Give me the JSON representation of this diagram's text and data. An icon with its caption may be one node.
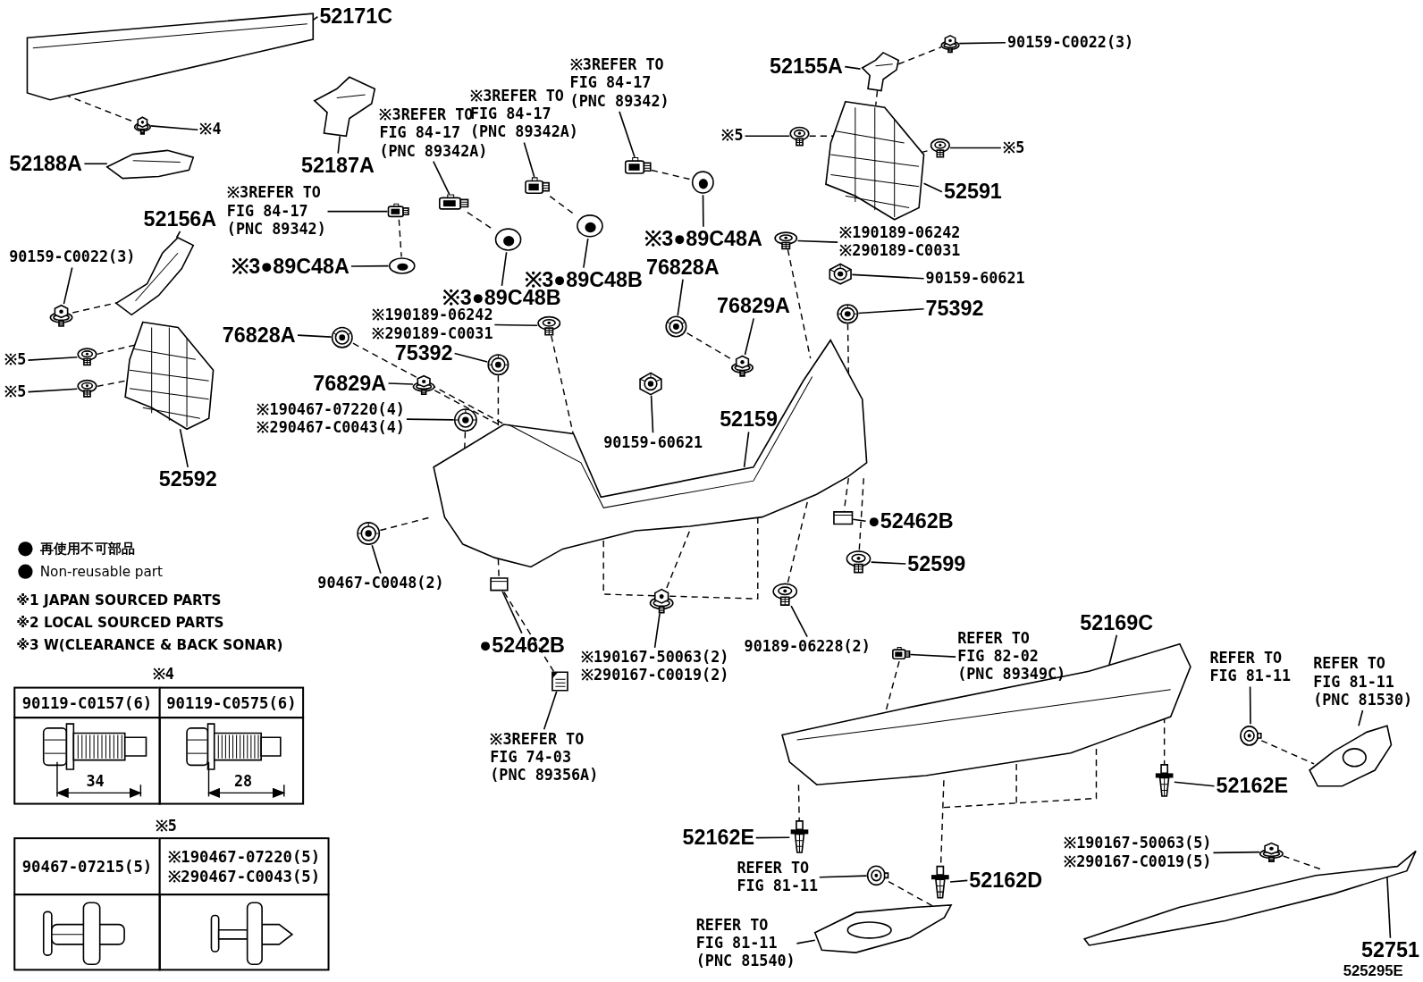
{
  "diagram": {
    "nodes": [
      {
        "text": [
          "52171C"
        ]
      },
      {
        "text": [],
        "shape": "picture"
      },
      {
        "text": [
          "※4"
        ]
      },
      {
        "text": [],
        "shape": "picture"
      },
      {
        "text": [
          "52188A"
        ]
      },
      {
        "text": [],
        "shape": "picture"
      },
      {
        "text": [
          "52187A"
        ]
      },
      {
        "text": [],
        "shape": "picture"
      },
      {
        "text": [
          "52156A"
        ]
      },
      {
        "text": [],
        "shape": "picture"
      },
      {
        "text": [
          "90159-C0022(3)"
        ]
      },
      {
        "text": [],
        "shape": "picture"
      },
      {
        "text": [
          "※5"
        ]
      },
      {
        "text": [],
        "shape": "picture"
      },
      {
        "text": [
          "※5"
        ]
      },
      {
        "text": [],
        "shape": "picture"
      },
      {
        "text": [
          "52592"
        ]
      },
      {
        "text": [],
        "shape": "picture"
      },
      {
        "text": [
          "※3REFER TO FIG 84-17 (PNC 89342)"
        ]
      },
      {
        "text": [],
        "shape": "picture"
      },
      {
        "text": [
          "※3●89C48A"
        ]
      },
      {
        "text": [],
        "shape": "picture"
      },
      {
        "text": [
          "※3REFER TO FIG 84-17 (PNC 89342A)"
        ]
      },
      {
        "text": [],
        "shape": "picture"
      },
      {
        "text": [
          "※3REFER TO FIG 84-17 (PNC 89342A)"
        ]
      },
      {
        "text": [],
        "shape": "picture"
      },
      {
        "text": [
          "※3REFER TO FIG 84-17 (PNC 89342)"
        ]
      },
      {
        "text": [],
        "shape": "picture"
      },
      {
        "text": [
          "※3●89C48B"
        ]
      },
      {
        "text": [],
        "shape": "picture"
      },
      {
        "text": [
          "※3●89C48B"
        ]
      },
      {
        "text": [],
        "shape": "picture"
      },
      {
        "text": [
          "※3●89C48A"
        ]
      },
      {
        "text": [],
        "shape": "picture"
      },
      {
        "text": [
          "52155A"
        ]
      },
      {
        "text": [],
        "shape": "picture"
      },
      {
        "text": [
          "90159-C0022(3)"
        ]
      },
      {
        "text": [],
        "shape": "picture"
      },
      {
        "text": [
          "※5"
        ]
      },
      {
        "text": [],
        "shape": "picture"
      },
      {
        "text": [
          "※5"
        ]
      },
      {
        "text": [],
        "shape": "picture"
      },
      {
        "text": [
          "52591"
        ]
      },
      {
        "text": [],
        "shape": "picture"
      },
      {
        "text": [
          "※190189-06242",
          "※290189-C0031"
        ]
      },
      {
        "text": [],
        "shape": "picture"
      },
      {
        "text": [
          "90159-60621"
        ]
      },
      {
        "text": [],
        "shape": "picture"
      },
      {
        "text": [
          "75392"
        ]
      },
      {
        "text": [],
        "shape": "picture"
      },
      {
        "text": [
          "76828A"
        ]
      },
      {
        "text": [],
        "shape": "picture"
      },
      {
        "text": [
          "76829A"
        ]
      },
      {
        "text": [],
        "shape": "picture"
      },
      {
        "text": [
          "76828A"
        ]
      },
      {
        "text": [],
        "shape": "picture"
      },
      {
        "text": [
          "※190189-06242",
          "※290189-C0031"
        ]
      },
      {
        "text": [],
        "shape": "picture"
      },
      {
        "text": [
          "75392"
        ]
      },
      {
        "text": [],
        "shape": "picture"
      },
      {
        "text": [
          "76829A"
        ]
      },
      {
        "text": [],
        "shape": "picture"
      },
      {
        "text": [
          "※190467-07220(4)",
          "※290467-C0043(4)"
        ]
      },
      {
        "text": [],
        "shape": "picture"
      },
      {
        "text": [
          "90159-60621"
        ]
      },
      {
        "text": [],
        "shape": "picture"
      },
      {
        "text": [
          "52159"
        ]
      },
      {
        "text": [],
        "shape": "picture"
      },
      {
        "text": [
          "●52462B"
        ]
      },
      {
        "text": [],
        "shape": "picture"
      },
      {
        "text": [
          "52599"
        ]
      },
      {
        "text": [],
        "shape": "picture"
      },
      {
        "text": [
          "90467-C0048(2)"
        ]
      },
      {
        "text": [],
        "shape": "picture"
      },
      {
        "text": [
          "●52462B"
        ]
      },
      {
        "text": [],
        "shape": "picture"
      },
      {
        "text": [
          "※190167-50063(2)",
          "※290167-C0019(2)"
        ]
      },
      {
        "text": [],
        "shape": "picture"
      },
      {
        "text": [
          "90189-06228(2)"
        ]
      },
      {
        "text": [],
        "shape": "picture"
      },
      {
        "text": [
          "※3REFER TO FIG 74-03 (PNC 89356A)"
        ]
      },
      {
        "text": [],
        "shape": "picture"
      },
      {
        "text": [
          "REFER TO FIG 82-02 (PNC 89349C)"
        ]
      },
      {
        "text": [],
        "shape": "picture"
      },
      {
        "text": [
          "52169C"
        ]
      },
      {
        "text": [],
        "shape": "picture"
      },
      {
        "text": [
          "REFER TO FIG 81-11"
        ]
      },
      {
        "text": [],
        "shape": "picture"
      },
      {
        "text": [
          "REFER TO FIG 81-11 (PNC 81530)"
        ]
      },
      {
        "text": [],
        "shape": "picture"
      },
      {
        "text": [
          "52162E"
        ]
      },
      {
        "text": [],
        "shape": "picture"
      },
      {
        "text": [
          "52162E"
        ]
      },
      {
        "text": [],
        "shape": "picture"
      },
      {
        "text": [
          "REFER TO FIG 81-11"
        ]
      },
      {
        "text": [],
        "shape": "picture"
      },
      {
        "text": [
          "52162D"
        ]
      },
      {
        "text": [],
        "shape": "picture"
      },
      {
        "text": [
          "REFER TO FIG 81-11 (PNC 81540)"
        ]
      },
      {
        "text": [],
        "shape": "picture"
      },
      {
        "text": [
          "※190167-50063(5)",
          "※290167-C0019(5)"
        ]
      },
      {
        "text": [],
        "shape": "picture"
      },
      {
        "text": [
          "52751"
        ]
      },
      {
        "text": [],
        "shape": "picture"
      }
    ],
    "edges": [
      {
        "from": 0,
        "to": 1,
        "arrow": "none"
      },
      {
        "from": 2,
        "to": 3,
        "arrow": "none"
      },
      {
        "from": 4,
        "to": 5,
        "arrow": "none"
      },
      {
        "from": 6,
        "to": 7,
        "arrow": "none"
      },
      {
        "from": 8,
        "to": 9,
        "arrow": "none"
      },
      {
        "from": 10,
        "to": 11,
        "arrow": "none"
      },
      {
        "from": 12,
        "to": 13,
        "arrow": "none"
      },
      {
        "from": 14,
        "to": 15,
        "arrow": "none"
      },
      {
        "from": 16,
        "to": 17,
        "arrow": "none"
      },
      {
        "from": 18,
        "to": 19,
        "arrow": "none"
      },
      {
        "from": 20,
        "to": 21,
        "arrow": "none"
      },
      {
        "from": 22,
        "to": 23,
        "arrow": "none"
      },
      {
        "from": 24,
        "to": 25,
        "arrow": "none"
      },
      {
        "from": 26,
        "to": 27,
        "arrow": "none"
      },
      {
        "from": 28,
        "to": 29,
        "arrow": "none"
      },
      {
        "from": 30,
        "to": 31,
        "arrow": "none"
      },
      {
        "from": 32,
        "to": 33,
        "arrow": "none"
      },
      {
        "from": 34,
        "to": 35,
        "arrow": "none"
      },
      {
        "from": 36,
        "to": 37,
        "arrow": "none"
      },
      {
        "from": 38,
        "to": 39,
        "arrow": "none"
      },
      {
        "from": 40,
        "to": 41,
        "arrow": "none"
      },
      {
        "from": 42,
        "to": 43,
        "arrow": "none"
      },
      {
        "from": 44,
        "to": 45,
        "arrow": "none"
      },
      {
        "from": 46,
        "to": 47,
        "arrow": "none"
      },
      {
        "from": 48,
        "to": 49,
        "arrow": "none"
      },
      {
        "from": 50,
        "to": 51,
        "arrow": "none"
      },
      {
        "from": 52,
        "to": 53,
        "arrow": "none"
      },
      {
        "from": 54,
        "to": 55,
        "arrow": "none"
      },
      {
        "from": 56,
        "to": 57,
        "arrow": "none"
      },
      {
        "from": 58,
        "to": 59,
        "arrow": "none"
      },
      {
        "from": 60,
        "to": 61,
        "arrow": "none"
      },
      {
        "from": 62,
        "to": 63,
        "arrow": "none"
      },
      {
        "from": 64,
        "to": 65,
        "arrow": "none"
      },
      {
        "from": 66,
        "to": 67,
        "arrow": "none"
      },
      {
        "from": 68,
        "to": 69,
        "arrow": "none"
      },
      {
        "from": 70,
        "to": 71,
        "arrow": "none"
      },
      {
        "from": 72,
        "to": 73,
        "arrow": "none"
      },
      {
        "from": 74,
        "to": 75,
        "arrow": "none"
      },
      {
        "from": 76,
        "to": 77,
        "arrow": "none"
      },
      {
        "from": 78,
        "to": 79,
        "arrow": "none"
      },
      {
        "from": 80,
        "to": 81,
        "arrow": "none"
      },
      {
        "from": 82,
        "to": 83,
        "arrow": "none"
      },
      {
        "from": 84,
        "to": 85,
        "arrow": "none"
      },
      {
        "from": 86,
        "to": 87,
        "arrow": "none"
      },
      {
        "from": 88,
        "to": 89,
        "arrow": "none"
      },
      {
        "from": 90,
        "to": 91,
        "arrow": "none"
      },
      {
        "from": 92,
        "to": 93,
        "arrow": "none"
      },
      {
        "from": 94,
        "to": 95,
        "arrow": "none"
      },
      {
        "from": 96,
        "to": 97,
        "arrow": "none"
      },
      {
        "from": 98,
        "to": 99,
        "arrow": "none"
      },
      {
        "from": 100,
        "to": 101,
        "arrow": "none"
      },
      {
        "from": 102,
        "to": 103,
        "arrow": "none"
      },
      {
        "from": 1,
        "to": 3,
        "arrow": "none",
        "style": "dashed"
      },
      {
        "from": 19,
        "to": 21,
        "arrow": "none",
        "style": "dashed"
      },
      {
        "from": 23,
        "to": 29,
        "arrow": "none",
        "style": "dashed"
      },
      {
        "from": 25,
        "to": 31,
        "arrow": "none",
        "style": "dashed"
      },
      {
        "from": 27,
        "to": 33,
        "arrow": "none",
        "style": "dashed"
      },
      {
        "from": 11,
        "to": 9,
        "arrow": "none",
        "style": "dashed"
      },
      {
        "from": 13,
        "to": 17,
        "arrow": "none",
        "style": "dashed"
      },
      {
        "from": 15,
        "to": 17,
        "arrow": "none",
        "style": "dashed"
      },
      {
        "from": 35,
        "to": 37,
        "arrow": "none",
        "style": "dashed"
      },
      {
        "from": 39,
        "to": 43,
        "arrow": "none",
        "style": "dashed"
      },
      {
        "from": 35,
        "to": 43,
        "arrow": "none",
        "style": "dashed"
      },
      {
        "from": 43,
        "to": 41,
        "arrow": "none",
        "style": "dashed"
      },
      {
        "from": 45,
        "to": 67,
        "arrow": "none",
        "style": "dashed"
      },
      {
        "from": 49,
        "to": 67,
        "arrow": "none",
        "style": "dashed"
      },
      {
        "from": 57,
        "to": 67,
        "arrow": "none",
        "style": "dashed"
      },
      {
        "from": 51,
        "to": 53,
        "arrow": "none",
        "style": "dashed"
      },
      {
        "from": 55,
        "to": 67,
        "arrow": "none",
        "style": "dashed"
      },
      {
        "from": 59,
        "to": 67,
        "arrow": "none",
        "style": "dashed"
      },
      {
        "from": 63,
        "to": 67,
        "arrow": "none",
        "style": "dashed"
      },
      {
        "from": 61,
        "to": 67,
        "arrow": "none",
        "style": "dashed"
      },
      {
        "from": 73,
        "to": 67,
        "arrow": "none",
        "style": "dashed"
      },
      {
        "from": 77,
        "to": 67,
        "arrow": "none",
        "style": "dashed"
      },
      {
        "from": 79,
        "to": 67,
        "arrow": "none",
        "style": "dashed"
      },
      {
        "from": 71,
        "to": 67,
        "arrow": "none",
        "style": "dashed"
      },
      {
        "from": 81,
        "to": 75,
        "arrow": "none",
        "style": "dashed"
      },
      {
        "from": 83,
        "to": 85,
        "arrow": "none",
        "style": "dashed"
      },
      {
        "from": 85,
        "to": 97,
        "arrow": "none",
        "style": "dashed"
      },
      {
        "from": 85,
        "to": 93,
        "arrow": "none",
        "style": "dashed"
      },
      {
        "from": 85,
        "to": 91,
        "arrow": "none",
        "style": "dashed"
      },
      {
        "from": 87,
        "to": 89,
        "arrow": "none",
        "style": "dashed"
      },
      {
        "from": 95,
        "to": 99,
        "arrow": "none",
        "style": "dashed"
      },
      {
        "from": 101,
        "to": 103,
        "arrow": "none",
        "style": "dashed"
      },
      {
        "from": 67,
        "to": 75,
        "arrow": "none",
        "style": "dashed"
      },
      {
        "from": 67,
        "to": 69,
        "arrow": "none",
        "style": "dashed"
      }
    ],
    "labels": [
      "※1 JAPAN SOURCED PARTS",
      "※2 LOCAL SOURCED PARTS",
      "※3 W(CLEARANCE & BACK SONAR)",
      "※4",
      "90119-C0157(6)",
      "90119-C0575(6)",
      "34",
      "28",
      "※5",
      "90467-07215(5)",
      "※190467-07220(5) ※290467-C0043(5)",
      "525295E"
    ],
    "legend": [
      {
        "text": "再使用不可部品"
      },
      {
        "text": "Non-reusable part"
      }
    ]
  }
}
